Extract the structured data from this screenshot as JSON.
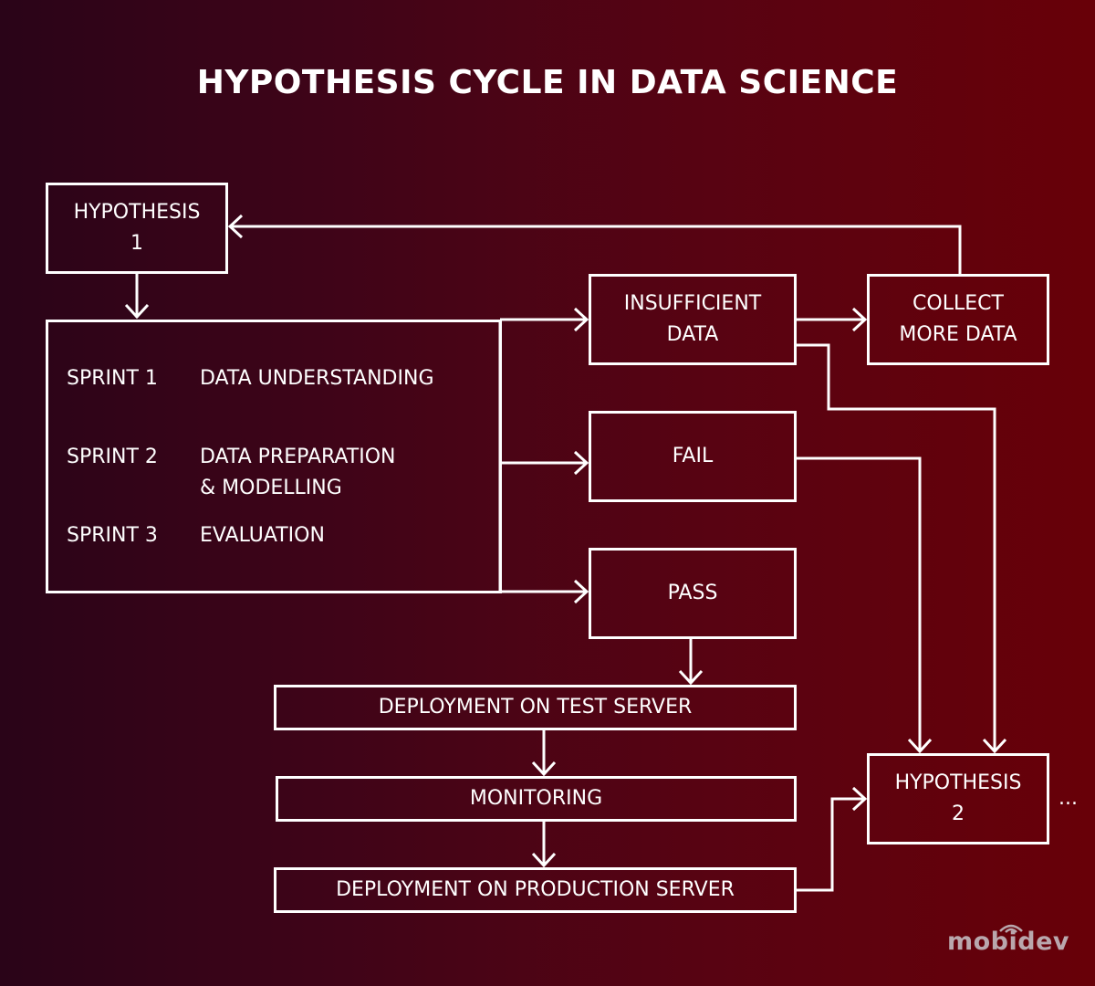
{
  "title": "HYPOTHESIS CYCLE IN DATA SCIENCE",
  "nodes": {
    "hypothesis1": [
      "HYPOTHESIS",
      "1"
    ],
    "insufficient": [
      "INSUFFICIENT",
      "DATA"
    ],
    "collect": [
      "COLLECT",
      "MORE DATA"
    ],
    "fail": "FAIL",
    "pass": "PASS",
    "deploy_test": "DEPLOYMENT ON TEST SERVER",
    "monitoring": "MONITORING",
    "deploy_prod": "DEPLOYMENT ON PRODUCTION SERVER",
    "hypothesis2": [
      "HYPOTHESIS",
      "2"
    ]
  },
  "sprints": [
    {
      "sprint": "SPRINT 1",
      "task": [
        "DATA UNDERSTANDING"
      ]
    },
    {
      "sprint": "SPRINT 2",
      "task": [
        "DATA PREPARATION",
        "& MODELLING"
      ]
    },
    {
      "sprint": "SPRINT 3",
      "task": [
        "EVALUATION"
      ]
    }
  ],
  "ellipsis": "...",
  "logo": "mobidev",
  "colors": {
    "background_start": "#2a0418",
    "background_end": "#680008",
    "line": "#ffffff"
  }
}
